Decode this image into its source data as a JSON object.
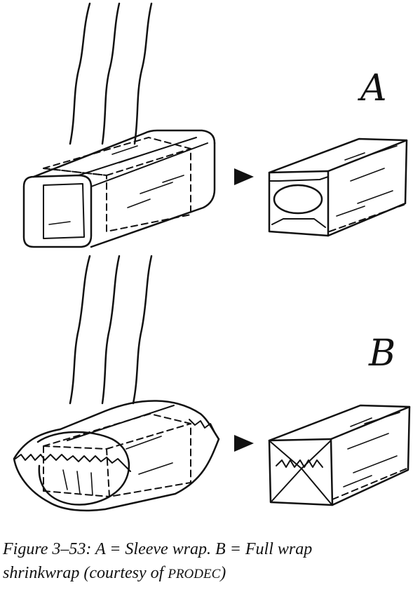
{
  "labels": {
    "a": "A",
    "b": "B"
  },
  "caption": {
    "line1": "Figure 3–53: A = Sleeve wrap. B = Full wrap",
    "line2_prefix": "shrinkwrap (courtesy of ",
    "line2_org": "PRODEC",
    "line2_suffix": ")"
  },
  "colors": {
    "ink": "#111111",
    "paper": "#ffffff"
  }
}
